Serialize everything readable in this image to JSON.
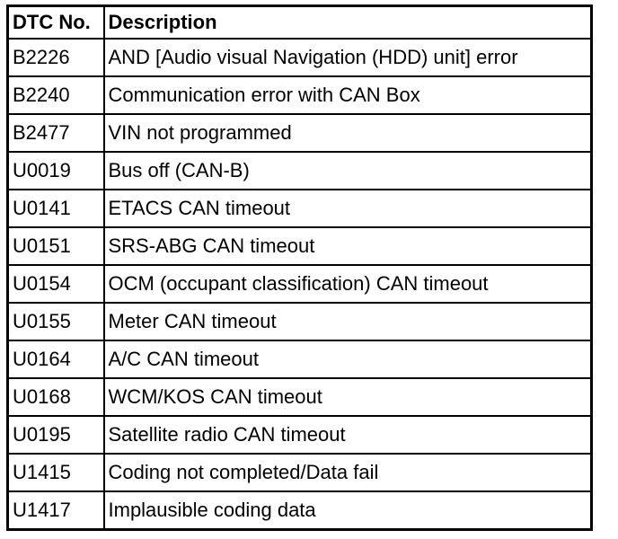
{
  "table": {
    "headers": {
      "code": "DTC No.",
      "description": "Description"
    },
    "rows": [
      {
        "code": "B2226",
        "description": "AND [Audio visual Navigation (HDD) unit] error"
      },
      {
        "code": "B2240",
        "description": "Communication error with CAN Box"
      },
      {
        "code": "B2477",
        "description": "VIN not programmed"
      },
      {
        "code": "U0019",
        "description": "Bus off (CAN-B)"
      },
      {
        "code": "U0141",
        "description": "ETACS CAN timeout"
      },
      {
        "code": "U0151",
        "description": "SRS-ABG CAN timeout"
      },
      {
        "code": "U0154",
        "description": "OCM (occupant classification) CAN timeout"
      },
      {
        "code": "U0155",
        "description": "Meter CAN timeout"
      },
      {
        "code": "U0164",
        "description": "A/C CAN timeout"
      },
      {
        "code": "U0168",
        "description": "WCM/KOS CAN timeout"
      },
      {
        "code": "U0195",
        "description": "Satellite radio CAN timeout"
      },
      {
        "code": "U1415",
        "description": "Coding not completed/Data fail"
      },
      {
        "code": "U1417",
        "description": "Implausible coding data"
      }
    ]
  }
}
